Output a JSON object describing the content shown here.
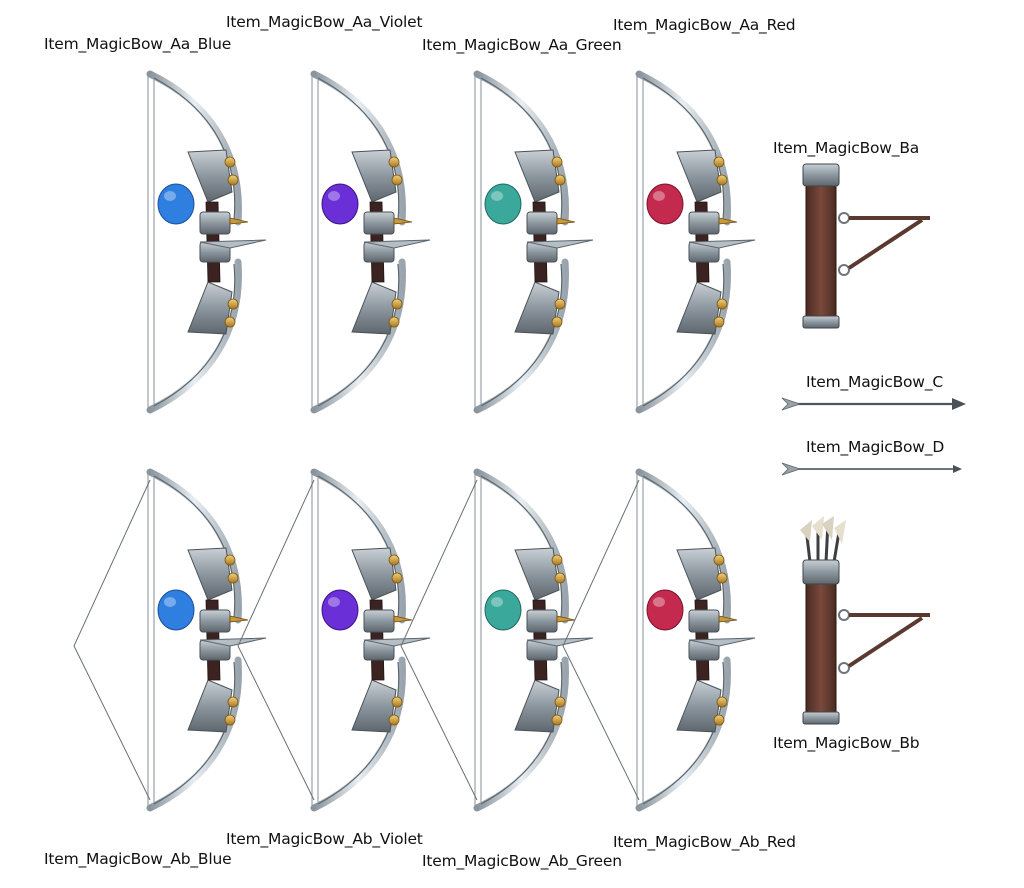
{
  "labels": {
    "aa_blue": "Item_MagicBow_Aa_Blue",
    "aa_violet": "Item_MagicBow_Aa_Violet",
    "aa_green": "Item_MagicBow_Aa_Green",
    "aa_red": "Item_MagicBow_Aa_Red",
    "ba": "Item_MagicBow_Ba",
    "c": "Item_MagicBow_C",
    "d": "Item_MagicBow_D",
    "bb": "Item_MagicBow_Bb",
    "ab_blue": "Item_MagicBow_Ab_Blue",
    "ab_violet": "Item_MagicBow_Ab_Violet",
    "ab_green": "Item_MagicBow_Ab_Green",
    "ab_red": "Item_MagicBow_Ab_Red"
  },
  "gem_colors": {
    "blue": "#2f7fe0",
    "violet": "#6a2fd6",
    "green": "#3aa89a",
    "red": "#c32a4e"
  }
}
